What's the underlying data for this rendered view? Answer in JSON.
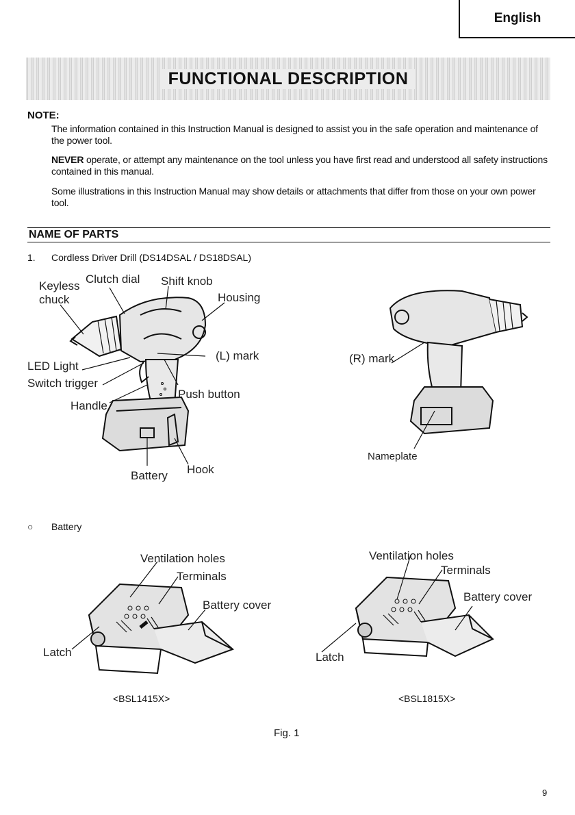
{
  "header": {
    "language_tab": "English"
  },
  "banner": {
    "title": "FUNCTIONAL DESCRIPTION"
  },
  "note": {
    "heading": "NOTE:",
    "p1": "The information contained in this Instruction Manual is designed to assist you in the safe operation and maintenance of the power tool.",
    "p2_bold": "NEVER",
    "p2_rest": " operate, or attempt any maintenance on the tool unless you have first read and understood all safety instructions contained in this manual.",
    "p3": "Some illustrations in this Instruction Manual may show details or attachments that differ from those on your own power tool."
  },
  "section": {
    "title": "NAME OF PARTS"
  },
  "item1": {
    "number": "1.",
    "text": "Cordless Driver Drill (DS14DSAL / DS18DSAL)"
  },
  "drill_labels": {
    "keyless": "Keyless",
    "chuck": "chuck",
    "clutch_dial": "Clutch dial",
    "shift_knob": "Shift knob",
    "housing": "Housing",
    "l_mark": "mark",
    "l_symbol": "L",
    "led_light": "LED Light",
    "switch_trigger": "Switch trigger",
    "push_button": "Push button",
    "handle": "Handle",
    "battery": "Battery",
    "hook": "Hook",
    "r_mark": "mark",
    "r_symbol": "R",
    "nameplate": "Nameplate"
  },
  "item2": {
    "bullet": "○",
    "text": "Battery"
  },
  "battery_labels": {
    "vent_left": "Ventilation holes",
    "terminals_left": "Terminals",
    "cover_left": "Battery cover",
    "latch_left": "Latch",
    "model_left": "<BSL1415X>",
    "vent_right": "Ventilation holes",
    "terminals_right": "Terminals",
    "cover_right": "Battery cover",
    "latch_right": "Latch",
    "model_right": "<BSL1815X>"
  },
  "figure": {
    "caption": "Fig. 1"
  },
  "page": {
    "number": "9"
  }
}
